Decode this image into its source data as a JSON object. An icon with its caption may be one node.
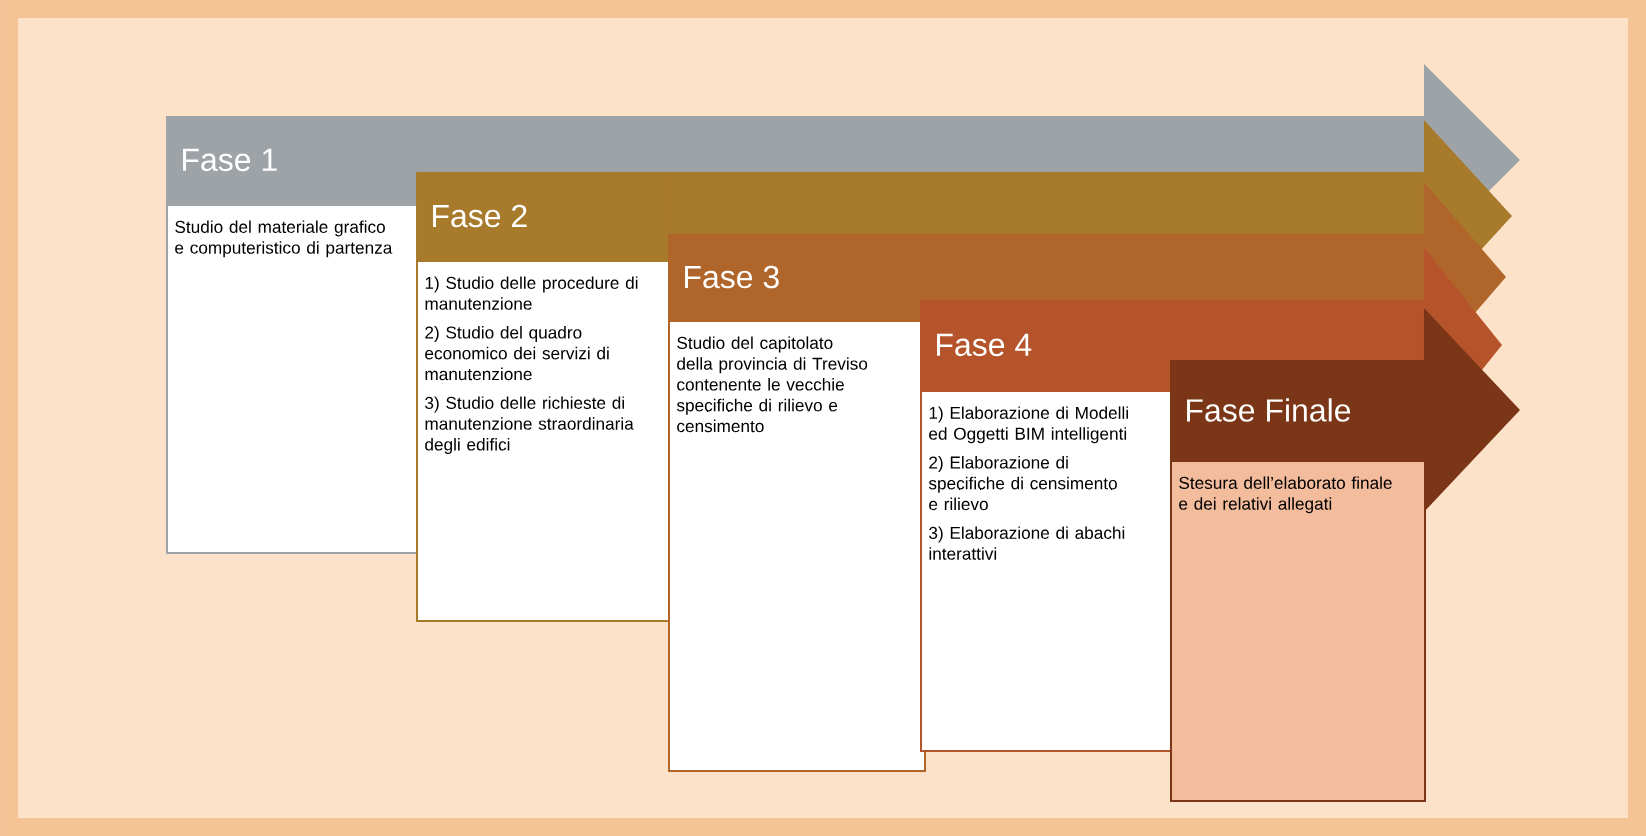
{
  "diagram": {
    "nodes": [
      {
        "text": [
          "Fase 1",
          "Studio del materiale grafico e computeristico di partenza"
        ]
      },
      {
        "text": [
          "Fase 2",
          "1) Studio delle procedure di manutenzione",
          "2) Studio del quadro economico dei servizi di manutenzione",
          "3) Studio delle richieste di manutenzione straordinaria degli edifici"
        ]
      },
      {
        "text": [
          "Fase 3",
          "Studio del capitolato della provincia di Treviso contenente le vecchie specifiche di rilievo e censimento"
        ]
      },
      {
        "text": [
          "Fase 4",
          "1) Elaborazione di Modelli ed Oggetti BIM intelligenti",
          "2) Elaborazione di specifiche di censimento e rilievo",
          "3) Elaborazione di abachi interattivi"
        ]
      },
      {
        "text": [
          "Fase Finale",
          "Stesura dell’elaborato finale e dei relativi allegati"
        ]
      }
    ],
    "edges": [
      {
        "from": 0,
        "to": null,
        "arrow": "to"
      },
      {
        "from": 1,
        "to": null,
        "arrow": "to"
      },
      {
        "from": 2,
        "to": null,
        "arrow": "to"
      },
      {
        "from": 3,
        "to": null,
        "arrow": "to"
      },
      {
        "from": 4,
        "to": null,
        "arrow": "to"
      }
    ]
  }
}
